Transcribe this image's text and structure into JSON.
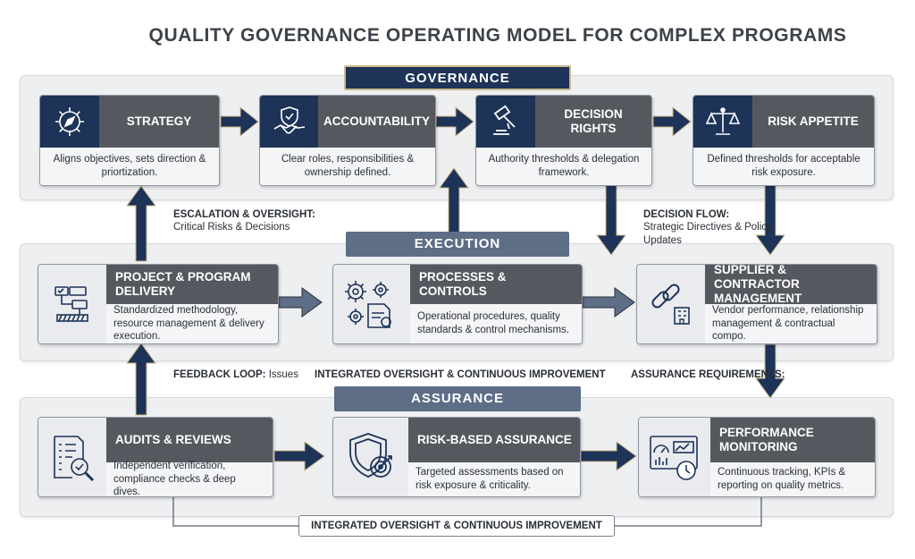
{
  "title": "QUALITY GOVERNANCE OPERATING MODEL FOR COMPLEX PROGRAMS",
  "sections": {
    "governance": "GOVERNANCE",
    "execution": "EXECUTION",
    "assurance": "ASSURANCE"
  },
  "governance_cards": [
    {
      "title": "STRATEGY",
      "desc": "Aligns objectives, sets direction & priortization.",
      "icon": "compass-gear-icon"
    },
    {
      "title": "ACCOUNTABILITY",
      "desc": "Clear roles, responsibilities & ownership defined.",
      "icon": "handshake-shield-icon"
    },
    {
      "title": "DECISION RIGHTS",
      "desc": "Authority thresholds & delegation framework.",
      "icon": "gavel-icon"
    },
    {
      "title": "RISK APPETITE",
      "desc": "Defined thresholds for acceptable risk exposure.",
      "icon": "balance-scale-icon"
    }
  ],
  "execution_cards": [
    {
      "title": "PROJECT & PROGRAM DELIVERY",
      "desc": "Standardized methodology, resource management & delivery execution.",
      "icon": "workflow-icon"
    },
    {
      "title": "PROCESSES & CONTROLS",
      "desc": "Operational procedures, quality standards & control mechanisms.",
      "icon": "gears-document-icon"
    },
    {
      "title": "SUPPLIER & CONTRACTOR MANAGEMENT",
      "desc": "Vendor performance, relationship management & contractual compo.",
      "icon": "chain-building-icon"
    }
  ],
  "assurance_cards": [
    {
      "title": "AUDITS & REVIEWS",
      "desc": "Independent verification, compliance checks & deep dives.",
      "icon": "checklist-magnifier-icon"
    },
    {
      "title": "RISK-BASED ASSURANCE",
      "desc": "Targeted assessments based on risk exposure & criticality.",
      "icon": "shield-target-icon"
    },
    {
      "title": "PERFORMANCE MONITORING",
      "desc": "Continuous tracking, KPIs & reporting on quality metrics.",
      "icon": "dashboard-icon"
    }
  ],
  "flows": {
    "escalation_title": "ESCALATION & OVERSIGHT:",
    "escalation_text": "Critical Risks & Decisions",
    "decision_title": "DECISION FLOW:",
    "decision_text": "Strategic Directives & Policy Updates",
    "feedback_title": "FEEDBACK LOOP:",
    "feedback_text": "Issues",
    "integrated_middle": "INTEGRATED OVERSIGHT & CONTINUOUS IMPROVEMENT",
    "assurance_req": "ASSURANCE REQUIREMENTS:",
    "integrated_bottom": "INTEGRATED OVERSIGHT & CONTINUOUS IMPROVEMENT"
  },
  "colors": {
    "navy": "#1d3358",
    "slate": "#5d6e86",
    "dark_gray": "#55595f",
    "gold_border": "#c9b98a"
  }
}
